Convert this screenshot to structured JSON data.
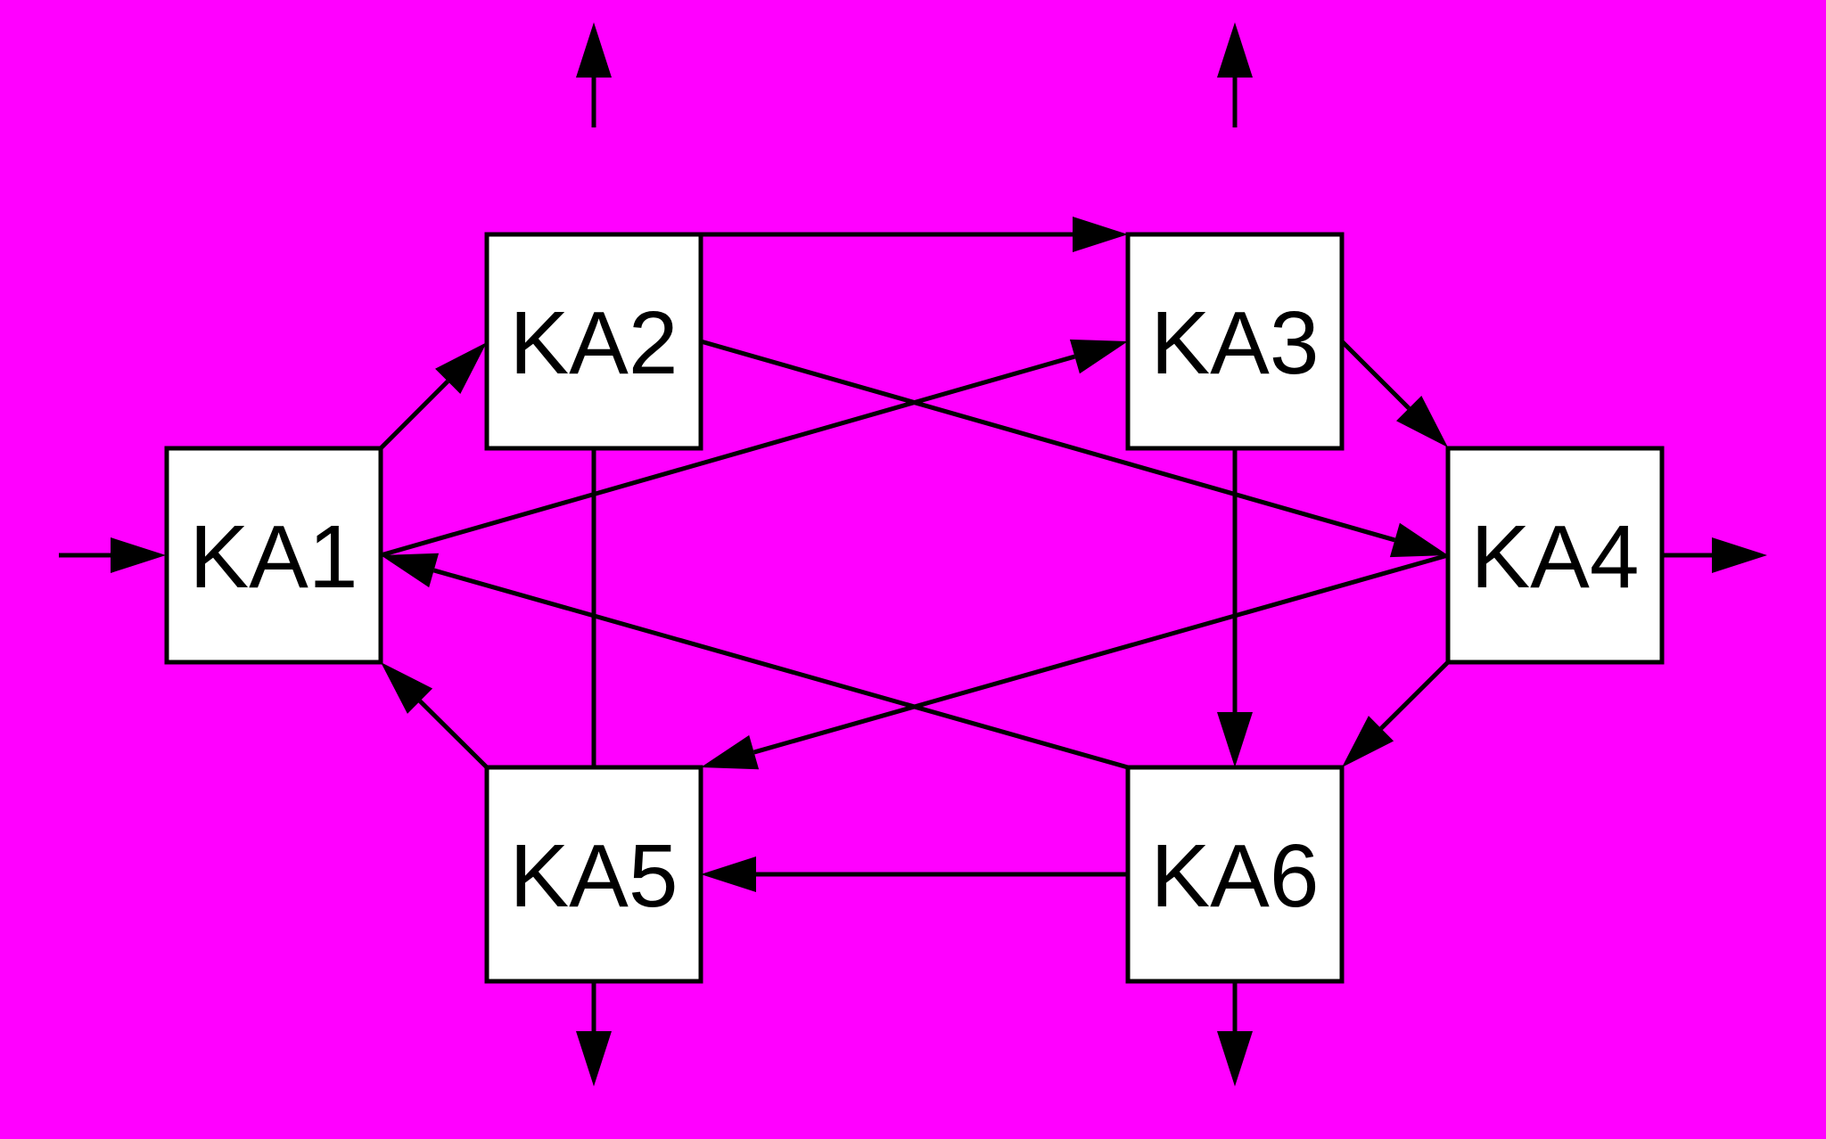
{
  "background_color": "#ff00ff",
  "nodes": [
    {
      "id": "KA1",
      "label": "KA1"
    },
    {
      "id": "KA2",
      "label": "KA2"
    },
    {
      "id": "KA3",
      "label": "KA3"
    },
    {
      "id": "KA4",
      "label": "KA4"
    },
    {
      "id": "KA5",
      "label": "KA5"
    },
    {
      "id": "KA6",
      "label": "KA6"
    }
  ],
  "edges": [
    {
      "from": "input",
      "to": "KA1"
    },
    {
      "from": "KA1",
      "to": "KA2"
    },
    {
      "from": "KA1",
      "to": "KA3"
    },
    {
      "from": "KA2",
      "to": "KA3"
    },
    {
      "from": "KA2",
      "to": "KA4"
    },
    {
      "from": "KA2",
      "to": "output"
    },
    {
      "from": "KA3",
      "to": "KA4"
    },
    {
      "from": "KA3",
      "to": "KA6"
    },
    {
      "from": "KA3",
      "to": "output"
    },
    {
      "from": "KA4",
      "to": "KA5"
    },
    {
      "from": "KA4",
      "to": "KA6"
    },
    {
      "from": "KA4",
      "to": "output"
    },
    {
      "from": "KA5",
      "to": "KA1"
    },
    {
      "from": "KA5",
      "to": "KA2"
    },
    {
      "from": "KA5",
      "to": "output"
    },
    {
      "from": "KA6",
      "to": "KA1"
    },
    {
      "from": "KA6",
      "to": "KA5"
    },
    {
      "from": "KA6",
      "to": "output"
    }
  ]
}
